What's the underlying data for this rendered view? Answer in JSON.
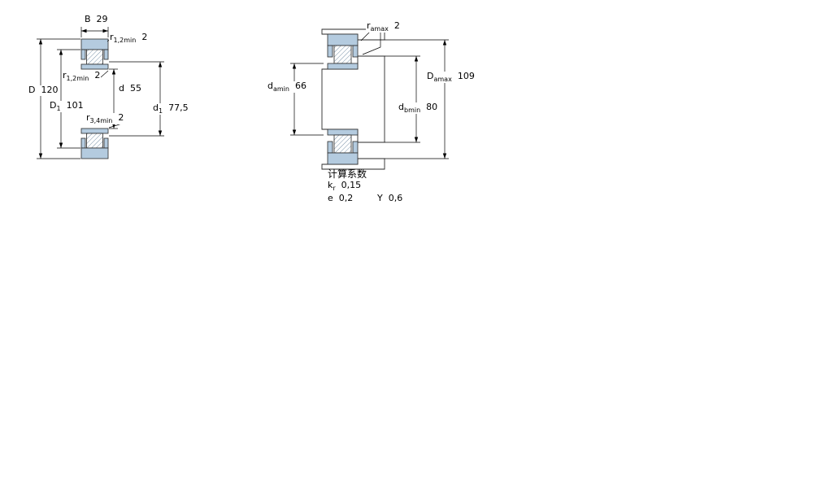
{
  "colors": {
    "bearing_fill": "#b4cbdf",
    "outline": "#000000"
  },
  "figure": {
    "left": {
      "dims": {
        "B": {
          "sym": "B",
          "val": "29"
        },
        "r12a": {
          "sym": "r",
          "sub": "1,2min",
          "val": "2"
        },
        "r12b": {
          "sym": "r",
          "sub": "1,2min",
          "val": "2"
        },
        "D": {
          "sym": "D",
          "val": "120"
        },
        "d": {
          "sym": "d",
          "val": "55"
        },
        "D1": {
          "sym": "D",
          "sub": "1",
          "val": "101"
        },
        "r34": {
          "sym": "r",
          "sub": "3,4min",
          "val": "2"
        },
        "d1": {
          "sym": "d",
          "sub": "1",
          "val": "77,5"
        }
      }
    },
    "right": {
      "dims": {
        "ra": {
          "sym": "r",
          "sub": "amax",
          "val": "2"
        },
        "da": {
          "sym": "d",
          "sub": "amin",
          "val": "66"
        },
        "Da": {
          "sym": "D",
          "sub": "amax",
          "val": "109"
        },
        "db": {
          "sym": "d",
          "sub": "bmin",
          "val": "80"
        }
      }
    }
  },
  "calc": {
    "title": "计算系数",
    "rows": {
      "kr": {
        "sym": "k",
        "sub": "r",
        "val": "0,15"
      },
      "e": {
        "sym": "e",
        "val": "0,2"
      },
      "Y": {
        "sym": "Y",
        "val": "0,6"
      }
    }
  }
}
